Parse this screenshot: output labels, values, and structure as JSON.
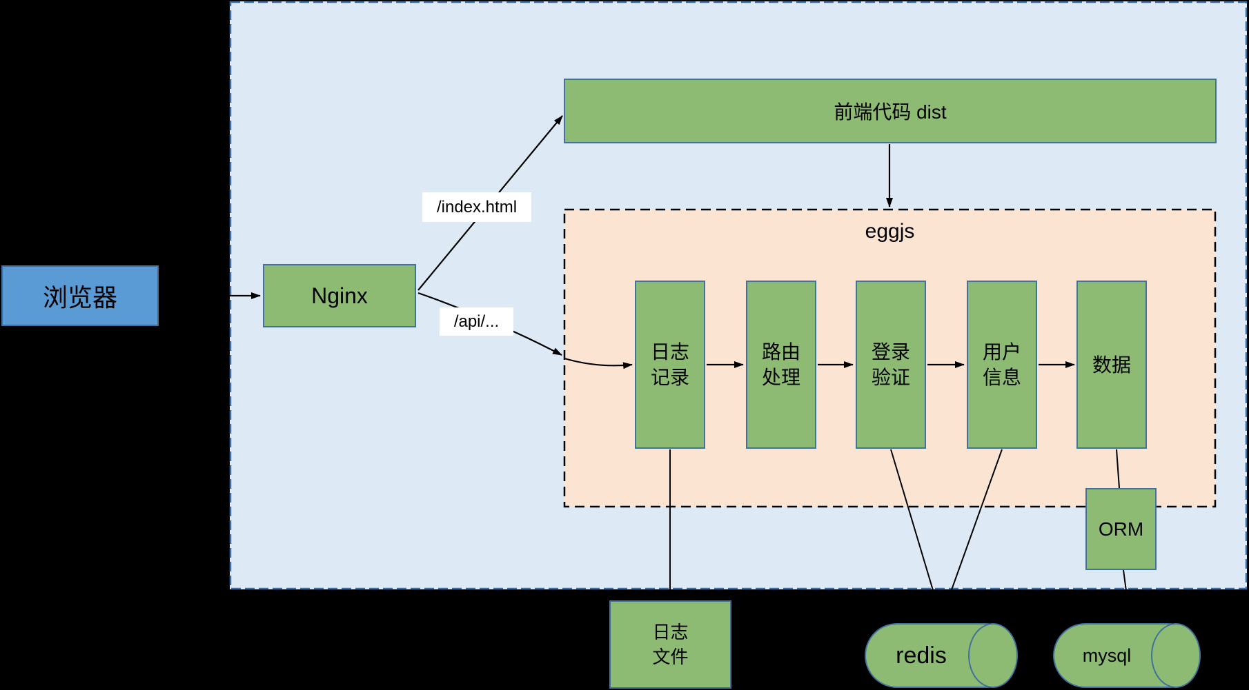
{
  "diagram": {
    "browser": {
      "label": "浏览器"
    },
    "nginx": {
      "label": "Nginx"
    },
    "dist": {
      "label": "前端代码 dist"
    },
    "eggjs": {
      "label": "eggjs"
    },
    "middleware": [
      {
        "lines": [
          "日志",
          "记录"
        ]
      },
      {
        "lines": [
          "路由",
          "处理"
        ]
      },
      {
        "lines": [
          "登录",
          "验证"
        ]
      },
      {
        "lines": [
          "用户",
          "信息"
        ]
      },
      {
        "lines": [
          "数据"
        ]
      }
    ],
    "orm": {
      "label": "ORM"
    },
    "log_file": {
      "lines": [
        "日志",
        "文件"
      ]
    },
    "redis": {
      "label": "redis"
    },
    "mysql": {
      "label": "mysql"
    },
    "edge_labels": {
      "index_html": "/index.html",
      "api": "/api/..."
    },
    "colors": {
      "background": "#000000",
      "panel_bg": "#DDE9F5",
      "panel_border": "#3E6FA5",
      "eggjs_bg": "#FCE4D3",
      "node_green": "#8DBB74",
      "node_border": "#41719C",
      "browser_blue": "#5B9BD5",
      "browser_border": "#41719C",
      "label_bg": "#FFFFFF",
      "line_color": "#000000"
    }
  }
}
